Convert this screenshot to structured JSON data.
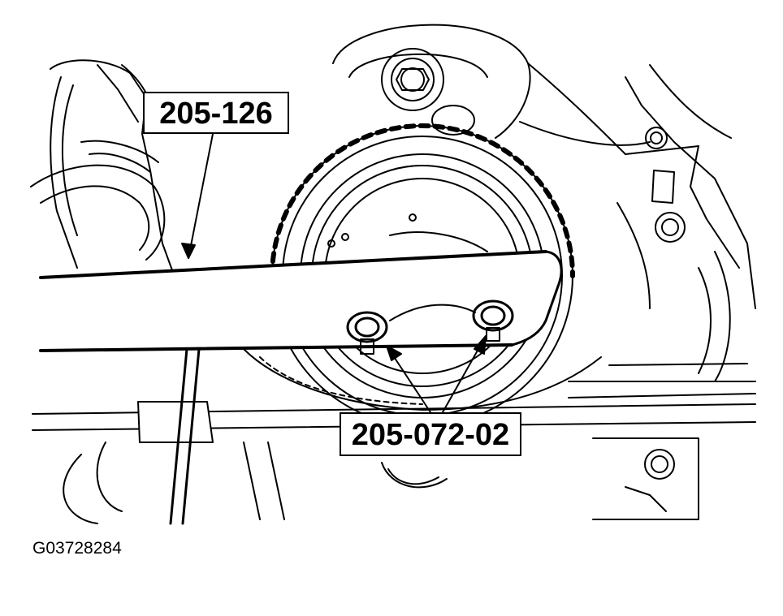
{
  "callouts": {
    "tool_1": "205-126",
    "tool_2": "205-072-02"
  },
  "figure_id": "G03728284",
  "colors": {
    "ink": "#000000",
    "paper": "#ffffff"
  }
}
